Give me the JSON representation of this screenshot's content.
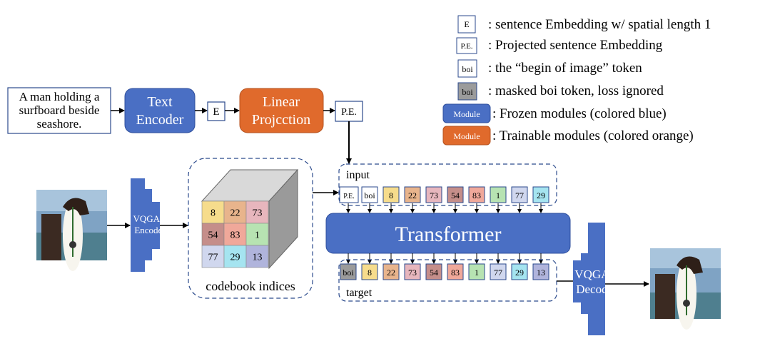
{
  "legend": {
    "items": [
      {
        "token": "E",
        "text": ": sentence Embedding w/ spatial length 1"
      },
      {
        "token": "P.E.",
        "text": ": Projected sentence Embedding"
      },
      {
        "token": "boi",
        "text": ": the “begin of image” token"
      },
      {
        "token": "boi",
        "text": ": masked boi token, loss ignored"
      },
      {
        "token": "Module",
        "text": ": Frozen modules (colored blue)"
      },
      {
        "token": "Module",
        "text": ": Trainable modules (colored orange)"
      }
    ]
  },
  "caption_text": [
    "A man holding a",
    "surfboard beside",
    "seashore."
  ],
  "text_encoder": [
    "Text",
    "Encoder"
  ],
  "e_token": "E",
  "linear_projection": [
    "Linear",
    "Projcction"
  ],
  "pe_token": "P.E.",
  "vqgan_encoder": [
    "VQGAN",
    "Encoder"
  ],
  "codebook": {
    "grid": [
      [
        "8",
        "22",
        "73"
      ],
      [
        "54",
        "83",
        "1"
      ],
      [
        "77",
        "29",
        "13"
      ]
    ],
    "label": "codebook indices"
  },
  "input_label": "input",
  "input_tokens": [
    "P.E.",
    "boi",
    "8",
    "22",
    "73",
    "54",
    "83",
    "1",
    "77",
    "29"
  ],
  "transformer": "Transformer",
  "target_tokens": [
    "boi",
    "8",
    "22",
    "73",
    "54",
    "83",
    "1",
    "77",
    "29",
    "13"
  ],
  "target_label": "target",
  "vqgan_decoder": [
    "VQGAN",
    "Decoder"
  ],
  "colors": {
    "frozen_blue": "#4a6fc4",
    "trainable_orange": "#e06a2c",
    "masked_gray": "#9b9b9b",
    "token_colors": {
      "8": "#f6dc8c",
      "22": "#e8b48c",
      "73": "#e7b6bd",
      "54": "#c58e8a",
      "83": "#f0a89a",
      "1": "#b7e3b2",
      "77": "#d0d7ee",
      "29": "#a5e4f0",
      "13": "#b0b4dc"
    }
  }
}
